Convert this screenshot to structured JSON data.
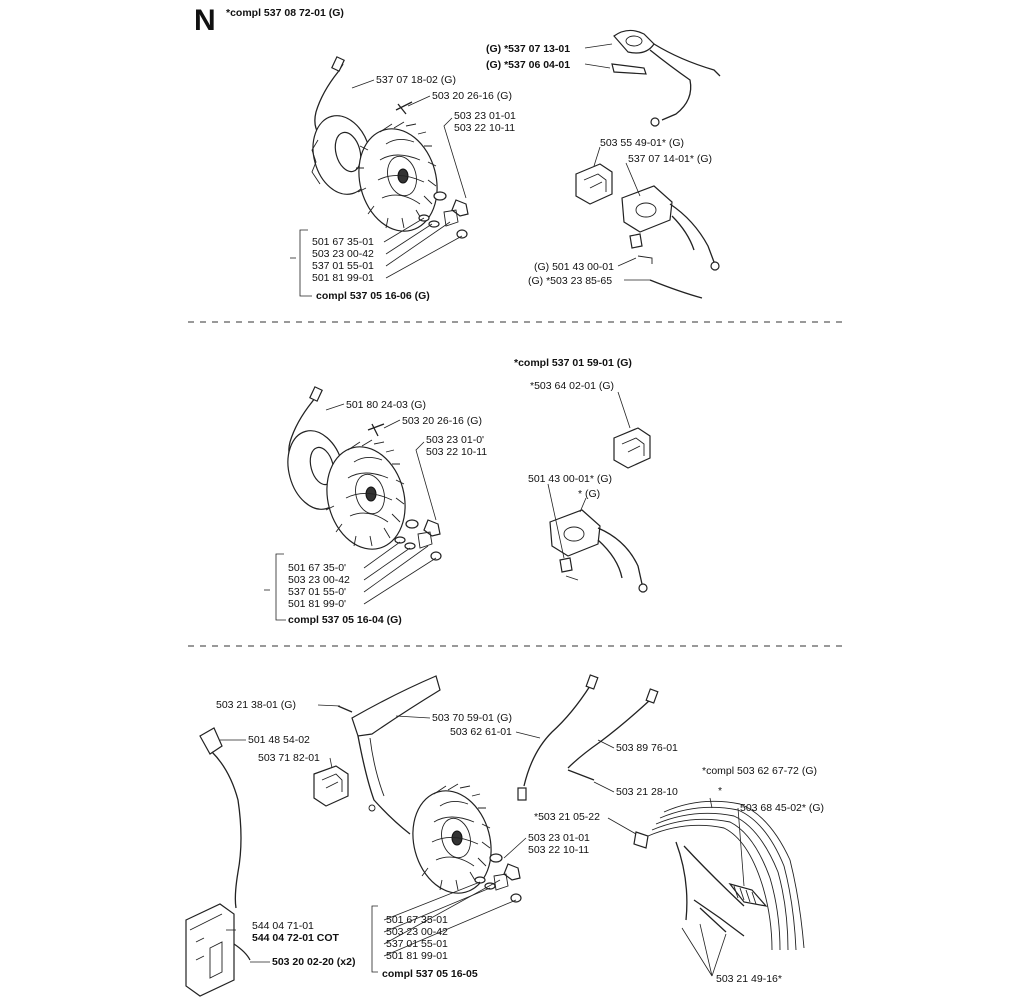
{
  "header": {
    "section_letter": "N",
    "top_compl": "*compl 537 08 72-01 (G)"
  },
  "section1": {
    "labels": {
      "l_537071802": "537 07 18-02 (G)",
      "l_503202616": "503 20 26-16 (G)",
      "l_503230101": "503 23 01-01",
      "l_503221011": "503 22 10-11",
      "l_501673501": "501 67 35-01",
      "l_503230042": "503 23 00-42",
      "l_537015501": "537 01 55-01",
      "l_501819901": "501 81 99-01",
      "l_compl": "compl 537 05 16-06 (G)",
      "r_537071301": "(G) *537 07 13-01",
      "r_537060401": "(G) *537 06 04-01",
      "r_503554901": "503 55 49-01* (G)",
      "r_537071401": "537 07 14-01* (G)",
      "r_501430001": "(G) 501 43 00-01",
      "r_503238565": "(G) *503 23 85-65"
    }
  },
  "section2": {
    "labels": {
      "l_501802403": "501 80 24-03 (G)",
      "l_503202616": "503 20 26-16 (G)",
      "l_503230101": "503 23 01-0'",
      "l_503221011": "503 22 10-11",
      "l_501673501": "501 67 35-0'",
      "l_503230042": "503 23 00-42",
      "l_537015501": "537 01 55-0'",
      "l_501819901": "501 81 99-0'",
      "l_compl": "compl 537 05 16-04 (G)",
      "r_compl": "*compl 537 01 59-01 (G)",
      "r_503640201": "*503 64 02-01 (G)",
      "r_501430001": "501 43 00-01* (G)",
      "r_star_g": "* (G)"
    }
  },
  "section3": {
    "labels": {
      "l_503213801": "503 21 38-01 (G)",
      "l_501485402": "501 48 54-02",
      "l_503718201": "503 71 82-01",
      "l_503705901": "503 70 59-01 (G)",
      "l_503626101": "503 62 61-01",
      "l_503897601": "503 89 76-01",
      "l_503212810": "503 21 28-10",
      "l_compl_503626772": "*compl 503 62 67-72 (G)",
      "l_star": "*",
      "l_503684502": "503 68 45-02* (G)",
      "l_503210522": "*503 21 05-22",
      "l_503230101": "503 23 01-01",
      "l_503221011": "503 22 10-11",
      "l_544047101": "544 04 71-01",
      "l_544047201": "544 04 72-01 COT",
      "l_501673501": "501 67 35-01",
      "l_503230042": "503 23 00-42",
      "l_537015501": "537 01 55-01",
      "l_501819901": "501 81 99-01",
      "l_503200220": "503 20 02-20 (x2)",
      "l_compl": "compl 537 05 16-05",
      "l_503214916": "503 21 49-16*"
    }
  }
}
